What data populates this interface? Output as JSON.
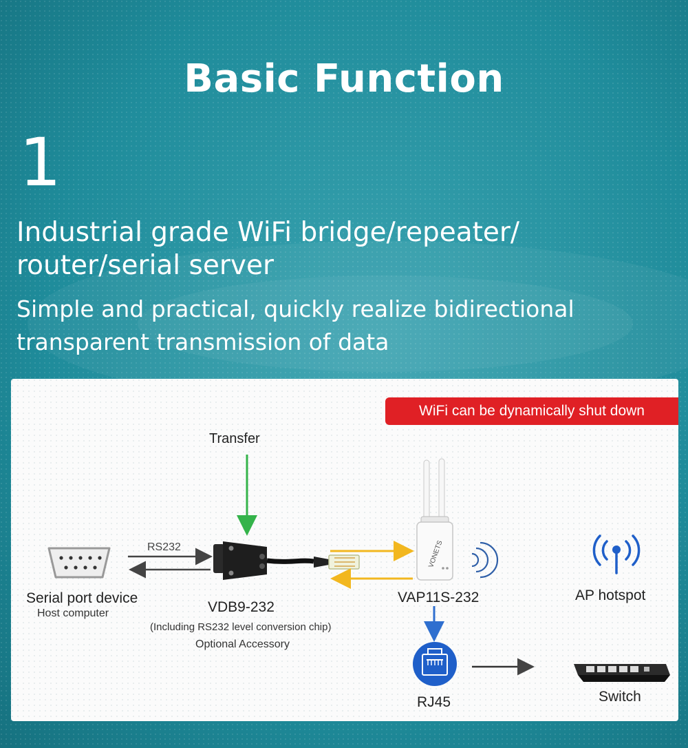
{
  "header": {
    "title": "Basic Function",
    "step_number": "1",
    "headline_line1": "Industrial grade WiFi bridge/repeater/",
    "headline_line2": "router/serial server",
    "subline_line1": "Simple and practical, quickly realize bidirectional",
    "subline_line2": "transparent transmission of data"
  },
  "colors": {
    "background_teal": "#1d8a99",
    "badge_red": "#e02025",
    "arrow_green": "#34b34a",
    "arrow_yellow": "#f2b71f",
    "arrow_blue": "#2f6fcf",
    "icon_blue": "#1f5fc9"
  },
  "diagram": {
    "badge": "WiFi can be dynamically shut down",
    "transfer_label": "Transfer",
    "rs232_label": "RS232",
    "serial_device": {
      "name": "Serial port device",
      "sub": "Host computer"
    },
    "adapter": {
      "name": "VDB9-232",
      "note": "(Including RS232 level conversion chip)",
      "accessory": "Optional Accessory"
    },
    "router": {
      "name": "VAP11S-232",
      "brand": "VONETS"
    },
    "ap": {
      "name": "AP hotspot"
    },
    "rj45": {
      "name": "RJ45"
    },
    "switch": {
      "name": "Switch"
    }
  }
}
